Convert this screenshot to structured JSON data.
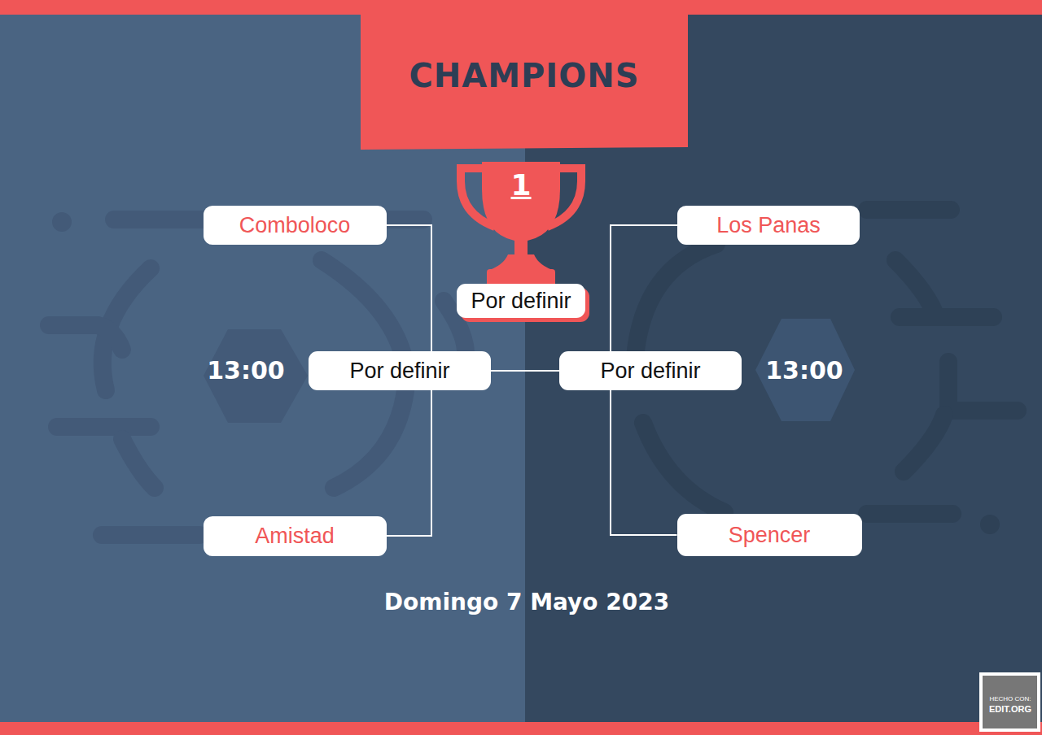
{
  "diagram": {
    "title": "CHAMPIONS",
    "nodes": [
      {
        "text": [
          "1"
        ]
      },
      {
        "text": [
          "Comboloco"
        ]
      },
      {
        "text": [
          "Los Panas"
        ]
      },
      {
        "text": [
          "Por definir"
        ]
      },
      {
        "text": [
          "Por definir"
        ]
      },
      {
        "text": [
          "Por definir"
        ]
      },
      {
        "text": [
          "Amistad"
        ]
      },
      {
        "text": [
          "Spencer"
        ]
      }
    ],
    "edges": [
      {
        "from": 1,
        "to": 4,
        "arrow": "none"
      },
      {
        "from": 6,
        "to": 4,
        "arrow": "none"
      },
      {
        "from": 2,
        "to": 5,
        "arrow": "none"
      },
      {
        "from": 7,
        "to": 5,
        "arrow": "none"
      },
      {
        "from": 4,
        "to": 5,
        "arrow": "none"
      }
    ],
    "labels": [
      "13:00",
      "13:00",
      "Domingo 7 Mayo 2023",
      "HECHO CON:",
      "EDIT.ORG"
    ]
  }
}
